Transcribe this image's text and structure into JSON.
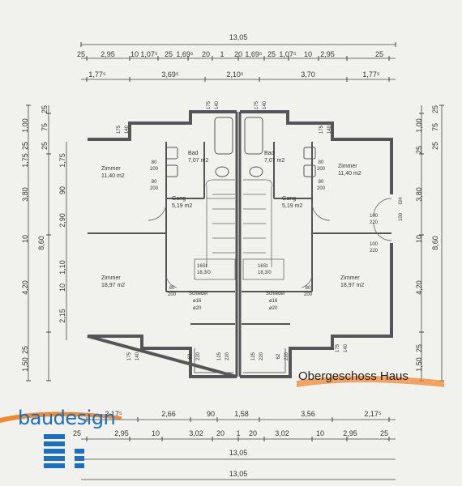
{
  "caption": "Obergeschoss Haus",
  "brand": "baudesign",
  "colors": {
    "wall": "#555555",
    "accent_swoosh": "#f08a32",
    "brand_blue": "#1a6fc2",
    "paper": "#f1f1ed"
  },
  "top_total": "13,05",
  "top_row1": [
    "25",
    "2,95",
    "10",
    "1,07⁵",
    "25",
    "1,69⁵",
    "20",
    "1",
    "20",
    "1,69⁵",
    "25",
    "1,07⁵",
    "10",
    "2,95",
    "25"
  ],
  "top_row2": [
    "1,77⁵",
    "3,69⁵",
    "2,10⁵",
    "3,70",
    "1,77⁵"
  ],
  "bottom_row1": [
    "2,17⁵",
    "2,66",
    "90",
    "1,58",
    "3,56",
    "2,17⁵"
  ],
  "bottom_row2": [
    "25",
    "2,95",
    "10",
    "3,02",
    "20",
    "1",
    "20",
    "3,02",
    "10",
    "2,95",
    "25"
  ],
  "bottom_total_1": "13,05",
  "bottom_total_2": "13,05",
  "left_outer": [
    "1,00",
    "25",
    "1,75",
    "3,80",
    "10",
    "4,20",
    "25",
    "1,50"
  ],
  "left_total": "8,60",
  "left_inner": [
    "1,75",
    "90",
    "2,90",
    "1,10",
    "10",
    "2,15"
  ],
  "right_outer": [
    "1,00",
    "25",
    "3,80",
    "10",
    "4,20",
    "25",
    "1,50"
  ],
  "right_total": "8,60",
  "top_left_stack": [
    "25",
    "75",
    "25"
  ],
  "top_right_stack": [
    "25",
    "75",
    "25"
  ],
  "gh_label": "GH",
  "gh_value": "100",
  "rooms": [
    {
      "name": "Zimmer",
      "area": "11,40 m2"
    },
    {
      "name": "Zimmer",
      "area": "18,97 m2"
    },
    {
      "name": "Bad",
      "area": "7,07 m2"
    },
    {
      "name": "Gang",
      "area": "5,19 m2"
    },
    {
      "name": "Bad",
      "area": "7,07 m2"
    },
    {
      "name": "Gang",
      "area": "5,19 m2"
    },
    {
      "name": "Zimmer",
      "area": "11,40 m2"
    },
    {
      "name": "Zimmer",
      "area": "18,97 m2"
    }
  ],
  "schiedel_left": [
    "Schiedel",
    "ø16",
    "ø20"
  ],
  "schiedel_right": [
    "Schiedel",
    "ø16",
    "ø20"
  ],
  "stair_left": [
    "16St",
    "18,3/0"
  ],
  "stair_right": [
    "16St",
    "18,3/0"
  ],
  "openings": [
    "175",
    "140",
    "175",
    "140",
    "175",
    "140",
    "175",
    "140",
    "80",
    "200",
    "80",
    "200",
    "80",
    "200",
    "80",
    "200",
    "100",
    "220",
    "100",
    "220",
    "80",
    "200",
    "80",
    "200",
    "125",
    "220",
    "125",
    "220",
    "62",
    "220",
    "62",
    "220",
    "175",
    "140",
    "175",
    "140"
  ]
}
